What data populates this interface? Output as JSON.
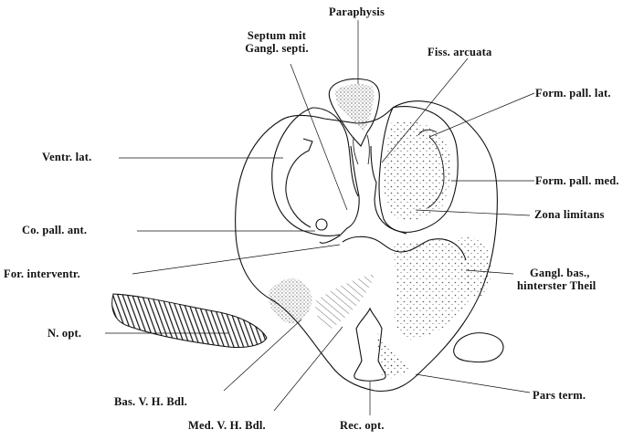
{
  "labels": {
    "paraphysis": "Paraphysis",
    "septum_line1": "Septum mit",
    "septum_line2": "Gangl. septi.",
    "fiss_arcuata": "Fiss. arcuata",
    "form_pall_lat": "Form. pall. lat.",
    "ventr_lat": "Ventr. lat.",
    "form_pall_med": "Form. pall. med.",
    "zona_limitans": "Zona limitans",
    "co_pall_ant": "Co. pall. ant.",
    "for_interventr": "For. interventr.",
    "gangl_bas_line1": "Gangl. bas.,",
    "gangl_bas_line2": "hinterster Theil",
    "n_opt": "N. opt.",
    "bas_vh_bdl": "Bas. V. H. Bdl.",
    "pars_term": "Pars term.",
    "med_vh_bdl": "Med. V. H. Bdl.",
    "rec_opt": "Rec. opt."
  },
  "colors": {
    "ink": "#111111",
    "background": "#ffffff"
  }
}
